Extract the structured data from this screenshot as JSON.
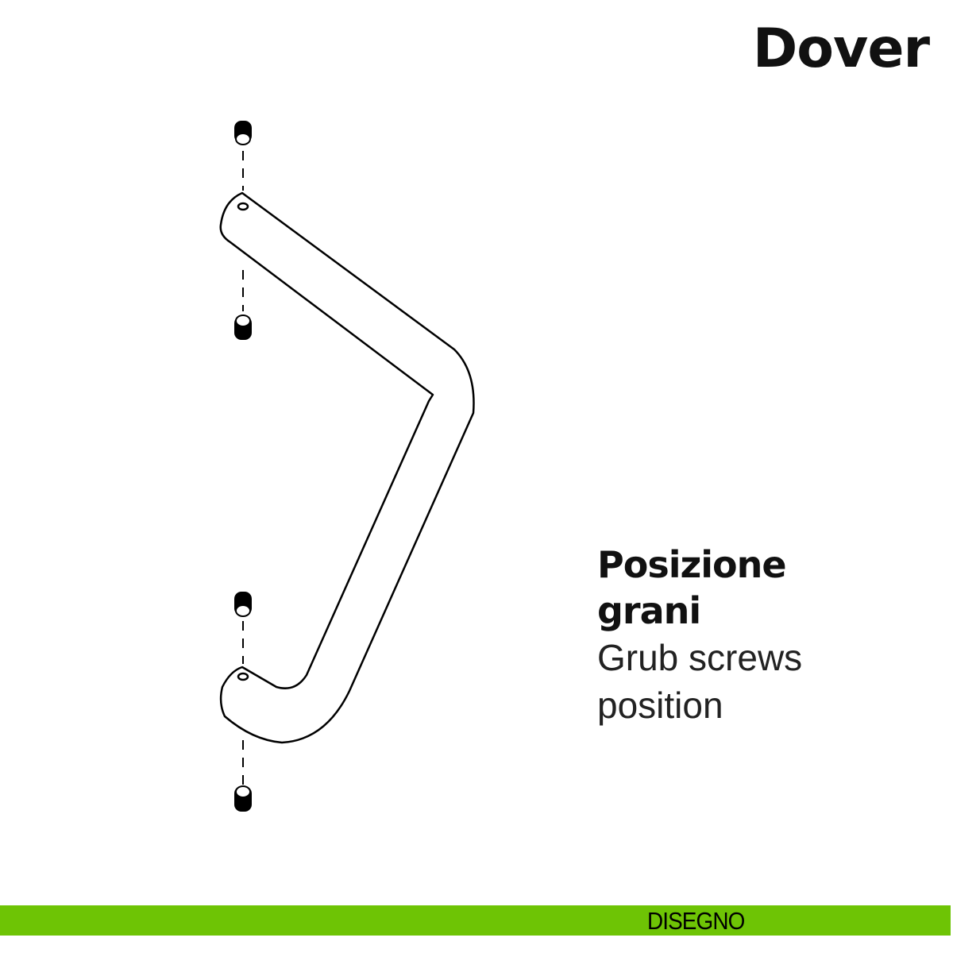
{
  "brand": "Dover",
  "caption": {
    "it_line1": "Posizione",
    "it_line2": "grani",
    "en_line1": "Grub screws",
    "en_line2": "position"
  },
  "footer": {
    "label": "DISEGNO",
    "color": "#6ec405"
  }
}
